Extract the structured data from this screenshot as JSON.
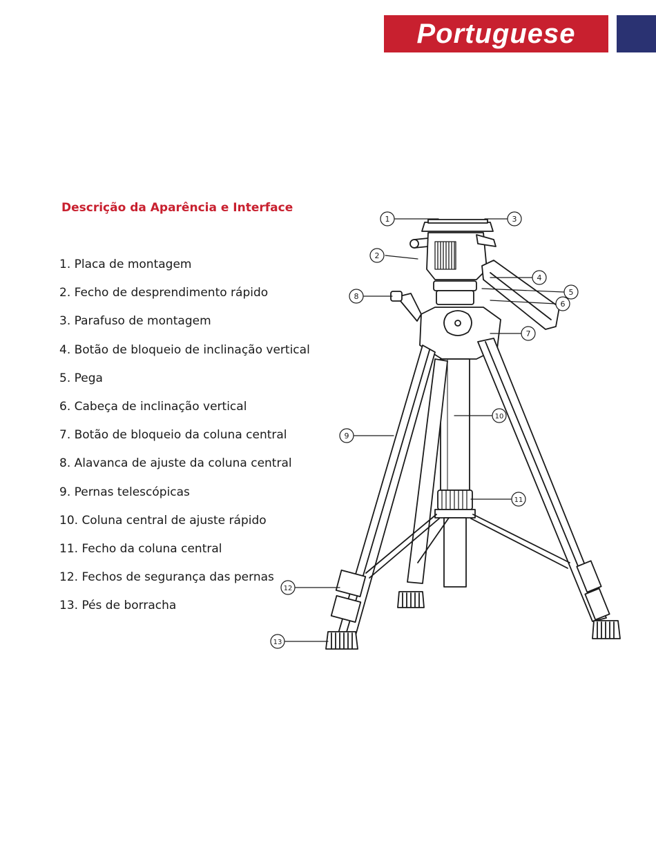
{
  "header": {
    "language_label": "Portuguese",
    "accent_color": "#c8202f",
    "secondary_color": "#2a3272"
  },
  "section": {
    "title": "Descrição da Aparência e Interface"
  },
  "parts": [
    "1. Placa de montagem",
    "2. Fecho de desprendimento rápido",
    "3. Parafuso de montagem",
    "4. Botão de bloqueio de inclinação vertical",
    "5. Pega",
    "6. Cabeça de inclinação vertical",
    "7. Botão de bloqueio da coluna central",
    "8. Alavanca de ajuste da coluna central",
    "9. Pernas telescópicas",
    "10. Coluna central de ajuste rápido",
    "11. Fecho da coluna central",
    "12. Fechos de segurança das pernas",
    "13. Pés de borracha"
  ],
  "callouts": [
    "1",
    "2",
    "3",
    "4",
    "5",
    "6",
    "7",
    "8",
    "9",
    "10",
    "11",
    "12",
    "13"
  ]
}
